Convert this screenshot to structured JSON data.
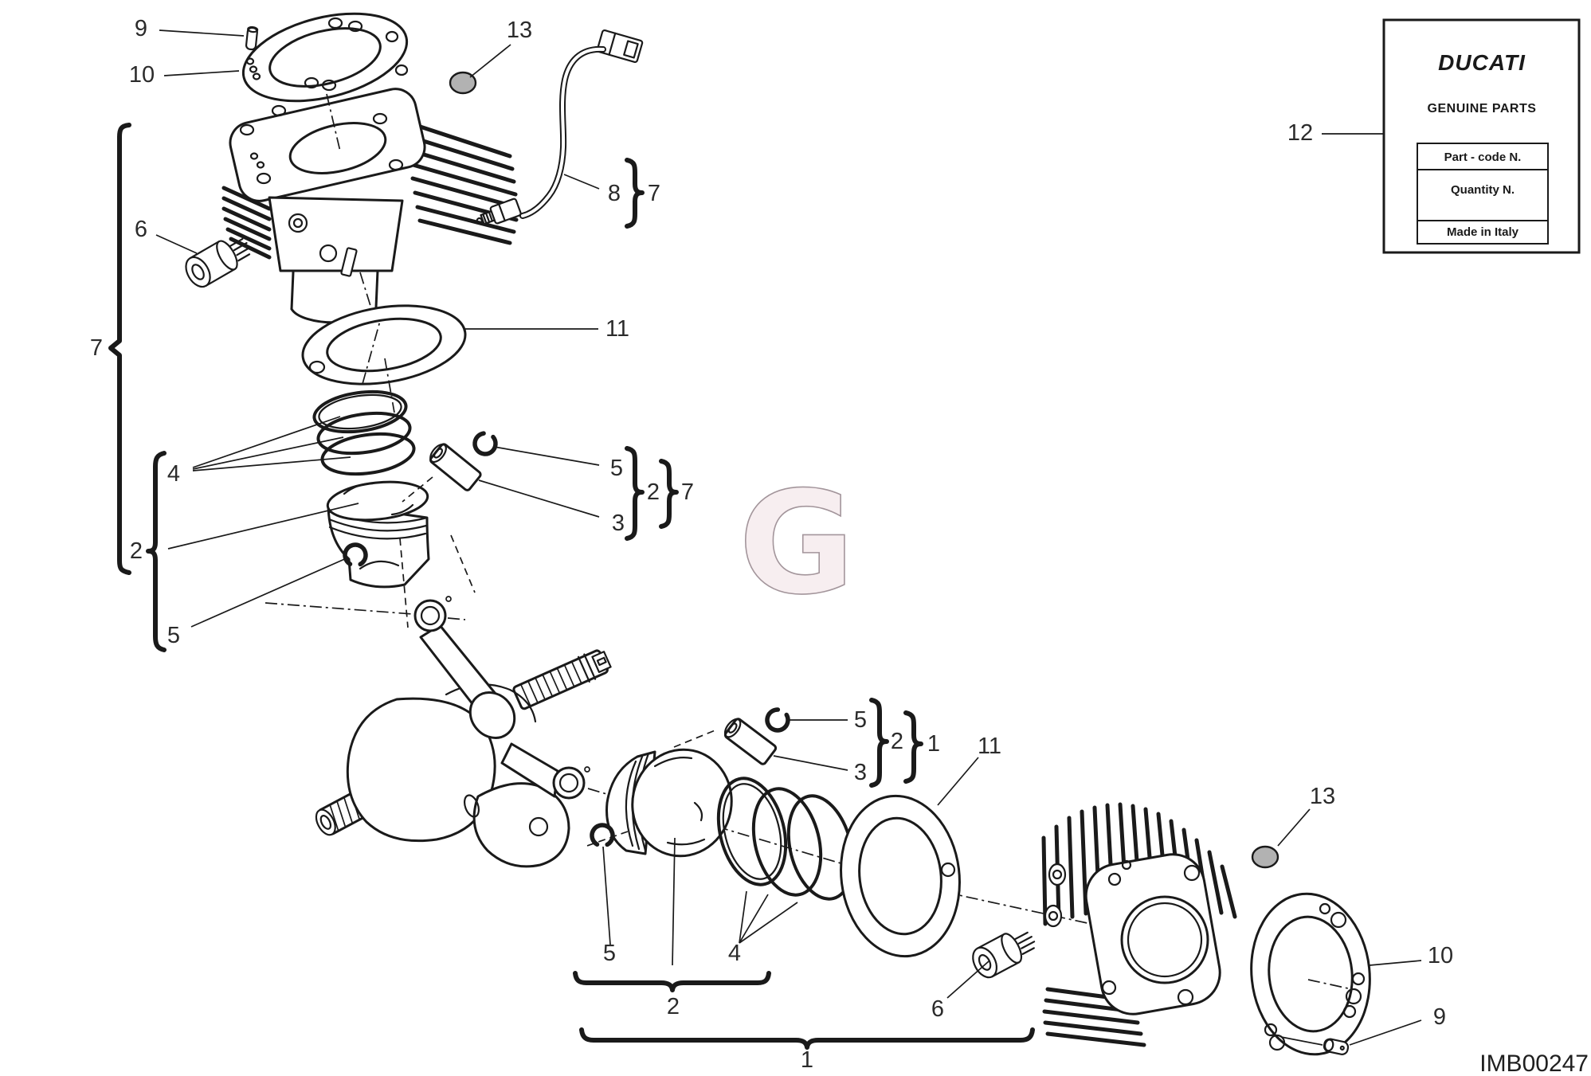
{
  "diagram": {
    "code": "IMB00247",
    "watermark": "G",
    "callouts": {
      "c1": "1",
      "c2": "2",
      "c3": "3",
      "c4": "4",
      "c5": "5",
      "c6": "6",
      "c7": "7",
      "c8": "8",
      "c9": "9",
      "c10": "10",
      "c11": "11",
      "c12": "12",
      "c13": "13"
    },
    "brand_box": {
      "brand": "DUCATI",
      "subtitle": "GENUINE PARTS",
      "row1": "Part - code N.",
      "row2": "Quantity N.",
      "row3": "Made in Italy"
    },
    "colors": {
      "line": "#1a1a1a",
      "label": "#2b2b2b",
      "plug_fill": "#b2b2b2",
      "watermark_fill": "#f7eef0",
      "watermark_stroke": "#a3959b",
      "background": "#ffffff"
    }
  }
}
